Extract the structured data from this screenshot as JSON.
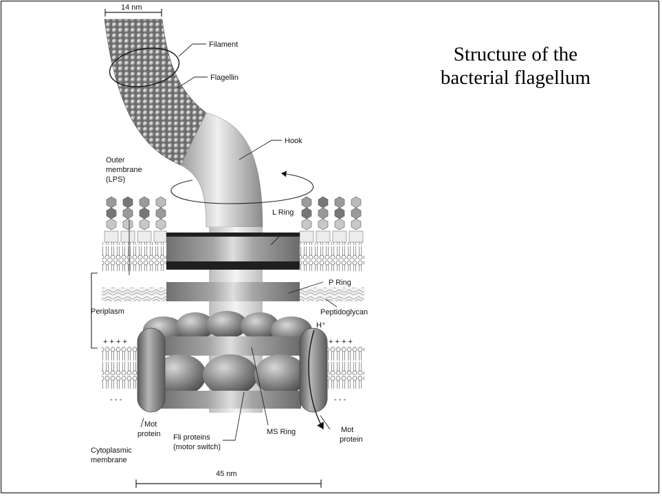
{
  "title": {
    "line1": "Structure of the",
    "line2": "bacterial flagellum"
  },
  "labels": {
    "scale_top": "14 nm",
    "filament": "Filament",
    "flagellin": "Flagellin",
    "hook": "Hook",
    "outer_membrane_1": "Outer",
    "outer_membrane_2": "membrane",
    "outer_membrane_3": "(LPS)",
    "l_ring": "L Ring",
    "p_ring": "P Ring",
    "periplasm": "Periplasm",
    "peptidoglycan": "Peptidoglycan",
    "h_plus": "H⁺",
    "mot_left_1": "Mot",
    "mot_left_2": "protein",
    "mot_right_1": "Mot",
    "mot_right_2": "protein",
    "cytoplasmic_1": "Cytoplasmic",
    "cytoplasmic_2": "membrane",
    "fli_1": "Fli proteins",
    "fli_2": "(motor switch)",
    "ms_ring": "MS Ring",
    "scale_bottom": "45 nm"
  },
  "membrane_charges": {
    "plus": "+ + + +",
    "minus": "- - -"
  },
  "colors": {
    "background": "#ffffff",
    "border": "#000000",
    "ink": "#111111"
  }
}
